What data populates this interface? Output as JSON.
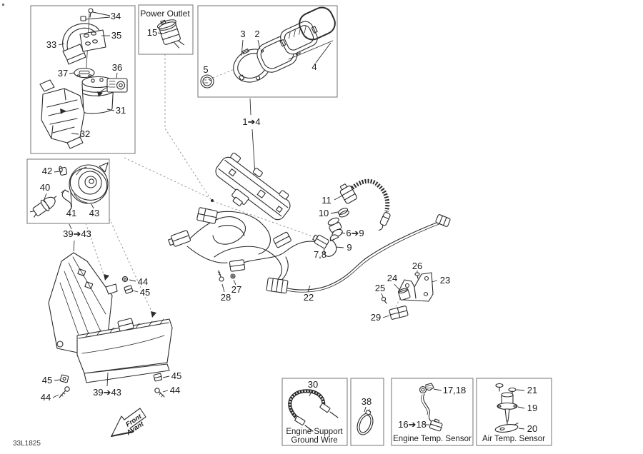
{
  "doc": {
    "part_code": "33L1825"
  },
  "front_arrow": {
    "front": "Front",
    "avant": "Avant"
  },
  "boxes": {
    "power_outlet": {
      "title": "Power Outlet"
    },
    "ground": {
      "caption1": "Engine Support",
      "caption2": "Ground Wire"
    },
    "engine_temp": {
      "caption": "Engine Temp. Sensor"
    },
    "air_temp": {
      "caption": "Air Temp. Sensor"
    }
  },
  "labels": {
    "l34": "34",
    "l35": "35",
    "l33": "33",
    "l37": "37",
    "l36": "36",
    "l31": "31",
    "l32": "32",
    "l15": "15",
    "l3": "3",
    "l2": "2",
    "l4": "4",
    "l5": "5",
    "l1_4": "1➔4",
    "l42": "42",
    "l40": "40",
    "l41": "41",
    "l43": "43",
    "l39_43_a": "39➔43",
    "l39_43_b": "39➔43",
    "l11": "11",
    "l10": "10",
    "l6_9": "6➔9",
    "l9": "9",
    "l7_8": "7,8",
    "l27": "27",
    "l28": "28",
    "l22": "22",
    "l44_a": "44",
    "l45_a": "45",
    "l45_left": "45",
    "l44_left": "44",
    "l45_right": "45",
    "l44_right": "44",
    "l24": "24",
    "l25": "25",
    "l26": "26",
    "l23": "23",
    "l29": "29",
    "l30": "30",
    "l38": "38",
    "l17_18": "17,18",
    "l16_18": "16➔18",
    "l21": "21",
    "l19": "19",
    "l20": "20"
  },
  "colors": {
    "line": "#2b2b2b",
    "box_border": "#8a8a8a",
    "dotted": "#999999",
    "text": "#1a1a1a"
  }
}
